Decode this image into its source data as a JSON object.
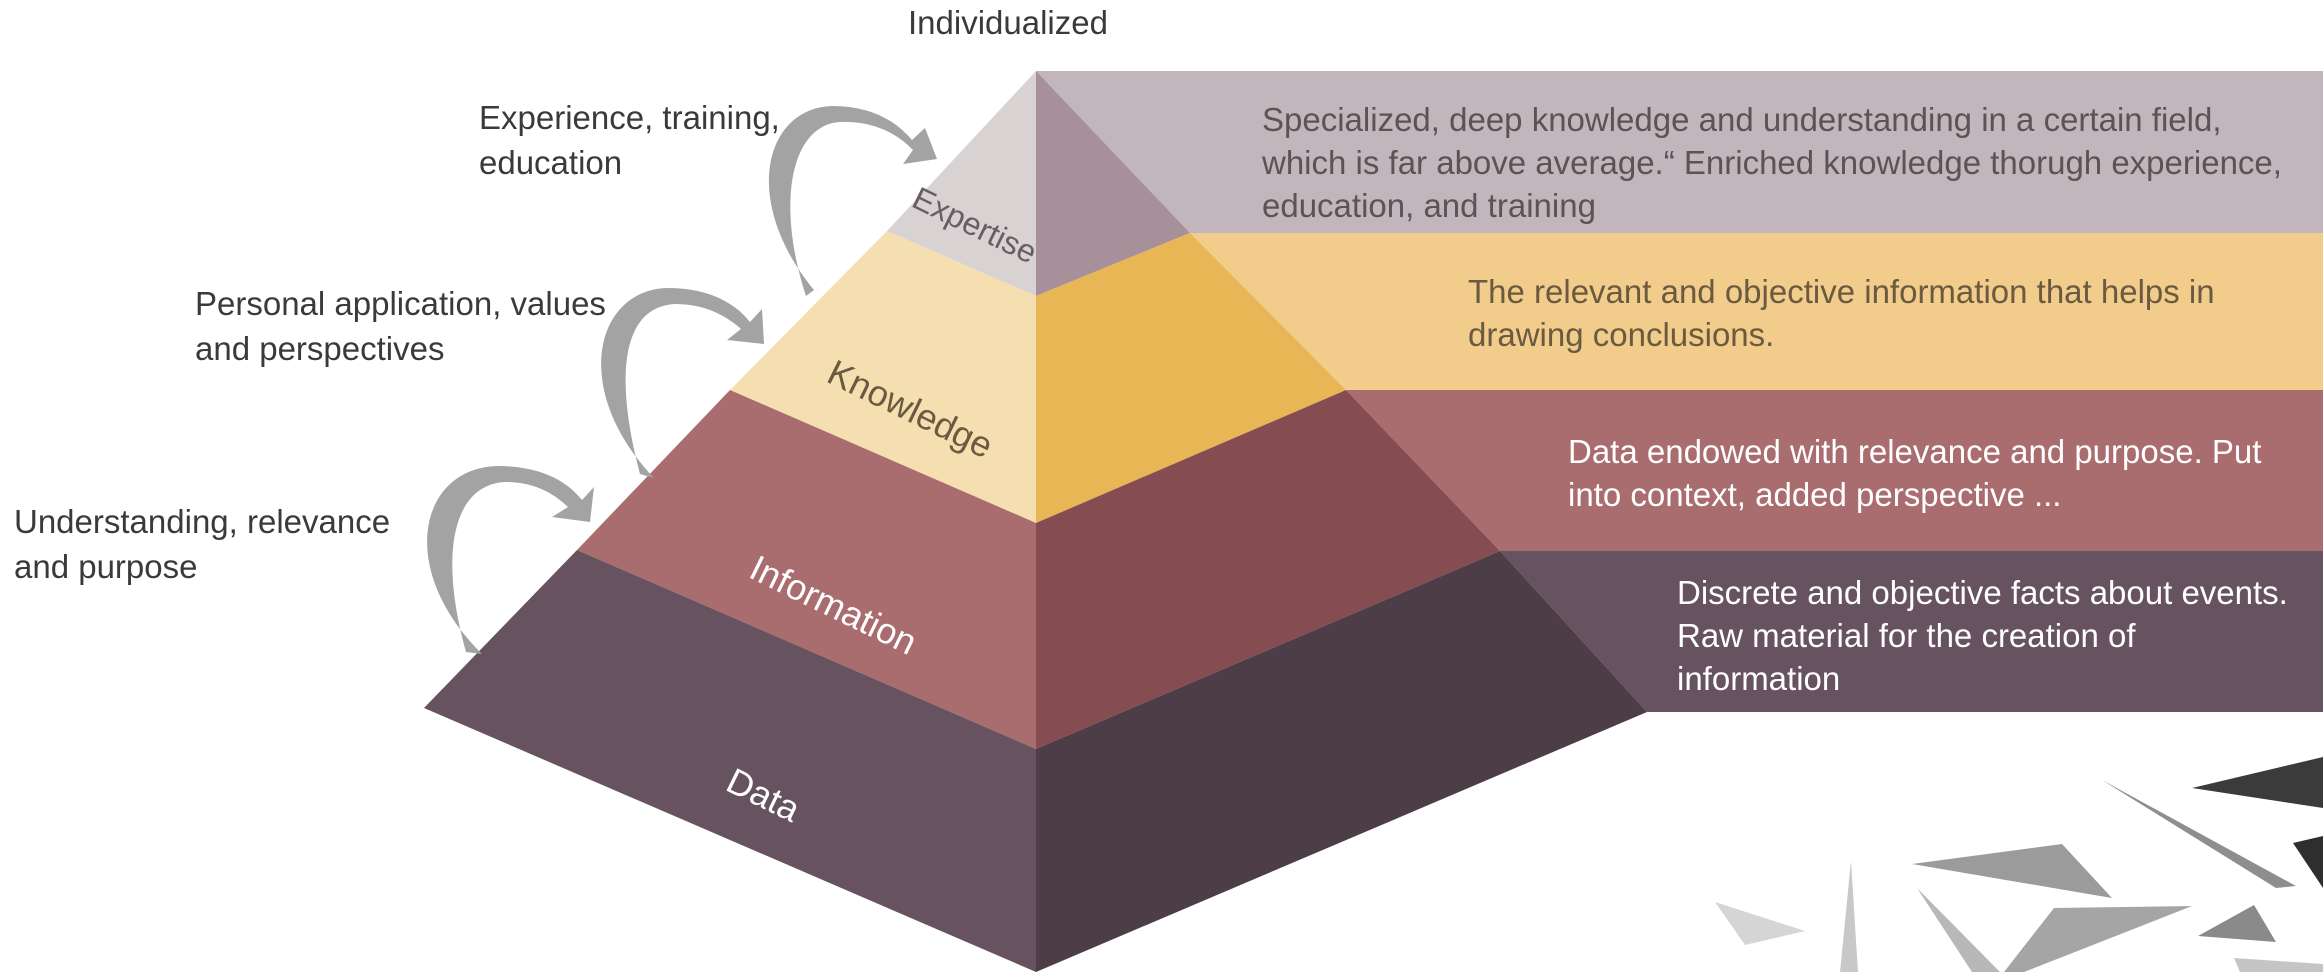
{
  "top_label": "Individualized",
  "levels": [
    {
      "key": "expertise",
      "name": "Expertise",
      "description": [
        "Specialized, deep knowledge and understanding in a certain field,",
        "which is far above average.“ Enriched knowledge thorugh experience,",
        "education, and training"
      ],
      "colors": {
        "left": "#d8d2d3",
        "right": "#a69099",
        "band": "#c2b5bb",
        "text": "#5f5257"
      }
    },
    {
      "key": "knowledge",
      "name": "Knowledge",
      "description": [
        "The relevant and objective information that helps in",
        "drawing conclusions."
      ],
      "colors": {
        "left": "#f5deb0",
        "right": "#e8b654",
        "band": "#f1cc8a",
        "text": "#6a5a42"
      }
    },
    {
      "key": "information",
      "name": "Information",
      "description": [
        "Data endowed with relevance and purpose. Put",
        "into context, added perspective ..."
      ],
      "colors": {
        "left": "#a96d70",
        "right": "#854c52",
        "band": "#a96d70",
        "text": "#ffffff"
      }
    },
    {
      "key": "data",
      "name": "Data",
      "description": [
        "Discrete and objective facts about events.",
        "Raw material for the creation of",
        "information"
      ],
      "colors": {
        "left": "#66535f",
        "right": "#4d3d47",
        "band": "#66535f",
        "text": "#ffffff"
      }
    }
  ],
  "transitions": [
    {
      "key": "to-expertise",
      "text": [
        "Experience, training,",
        "education"
      ]
    },
    {
      "key": "to-knowledge",
      "text": [
        "Personal application, values",
        "and perspectives"
      ]
    },
    {
      "key": "to-information",
      "text": [
        "Understanding, relevance",
        "and purpose"
      ]
    }
  ],
  "arrow_color": "#a3a3a3"
}
